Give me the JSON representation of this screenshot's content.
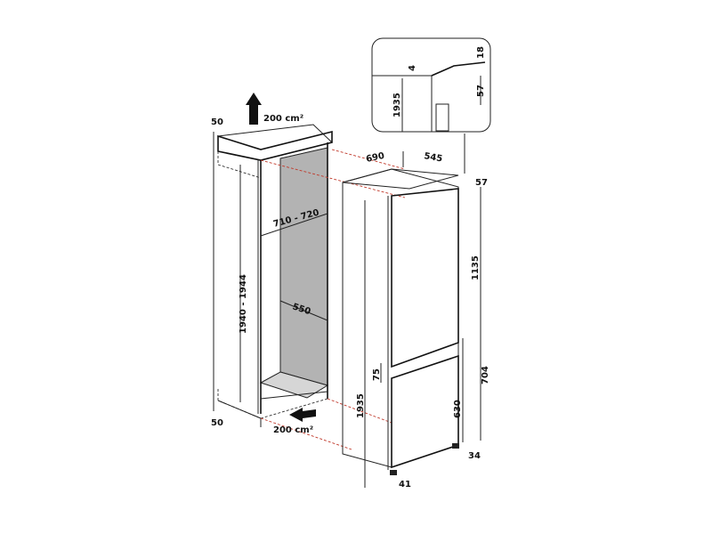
{
  "niche": {
    "top_clearance": "50",
    "top_vent": "200 cm²",
    "depth_range": "710 - 720",
    "height_range": "1940 - 1944",
    "width": "550",
    "bottom_clearance": "50",
    "bottom_vent": "200 cm²"
  },
  "appliance": {
    "depth": "690",
    "width": "545",
    "top_gap": "57",
    "upper_door": "1135",
    "lower_section": "704",
    "gap": "75",
    "lower_door": "630",
    "height": "1935",
    "foot_depth": "34",
    "foot": "41"
  },
  "detail": {
    "gap_top": "4",
    "offset": "18",
    "door_gap": "57",
    "height": "1935"
  },
  "colors": {
    "niche_back": "#b3b3b3",
    "niche_floor": "#d6d6d6",
    "guide_lines": "#c0392b"
  }
}
